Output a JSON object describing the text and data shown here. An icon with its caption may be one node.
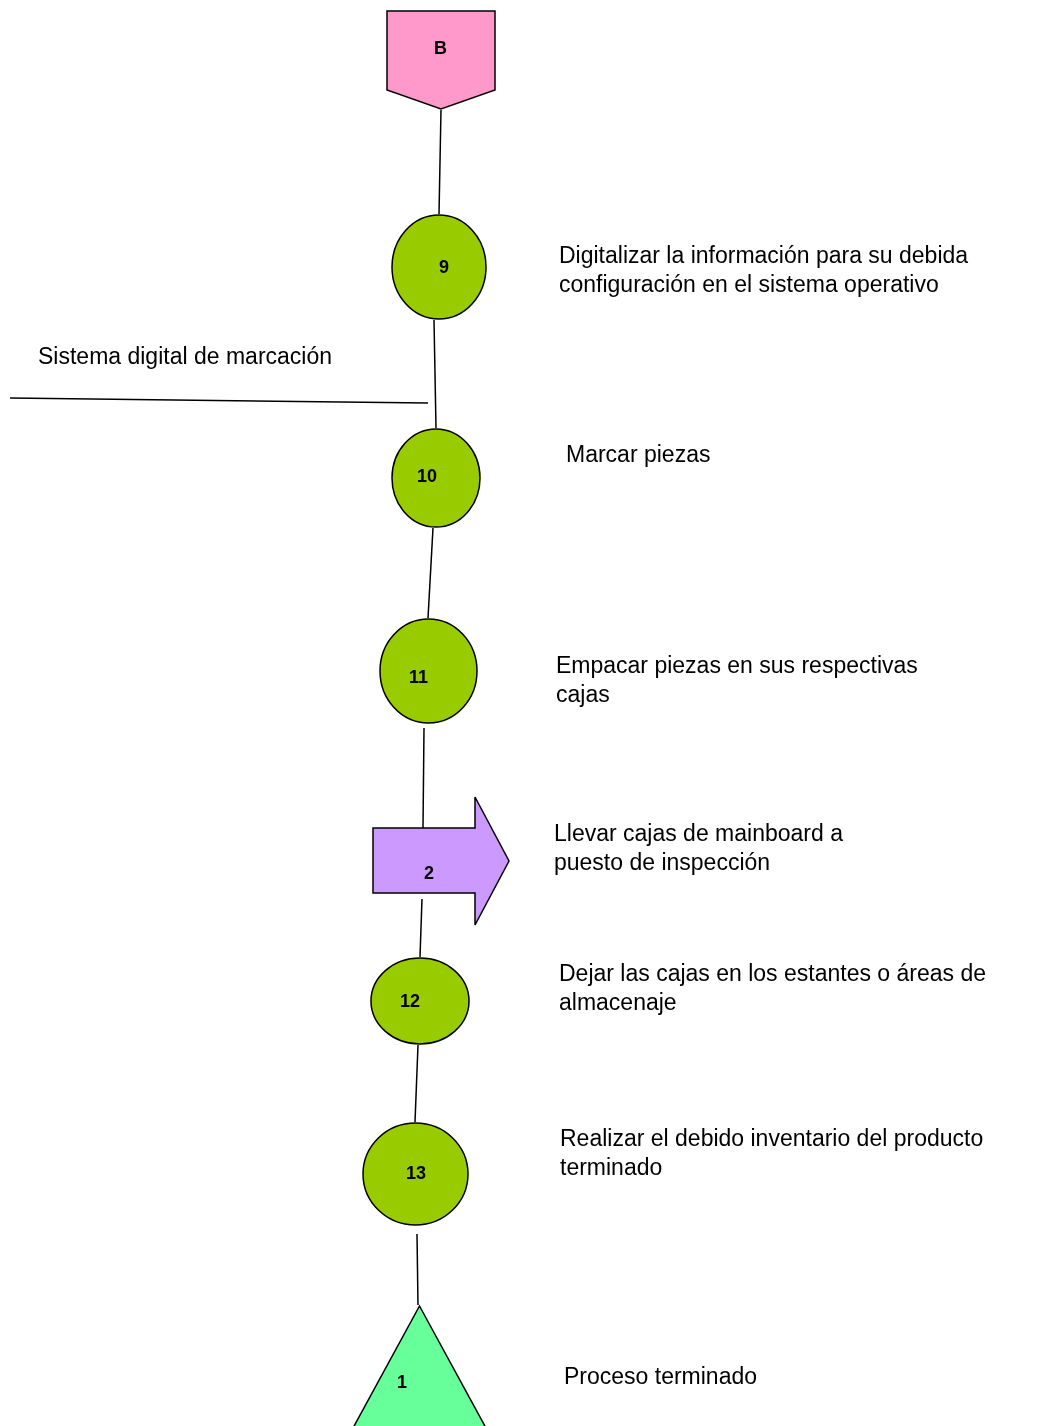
{
  "diagram": {
    "nodes": [
      {
        "text": [
          "B"
        ]
      },
      {
        "text": [
          "9"
        ],
        "beside": [
          "Digitalizar la información para su debida configuración en el sistema operativo"
        ]
      },
      {
        "text": [
          "10"
        ],
        "beside": [
          "Marcar piezas"
        ]
      },
      {
        "text": [
          "11"
        ],
        "beside": [
          "Empacar piezas en sus respectivas cajas"
        ]
      },
      {
        "text": [
          "2"
        ],
        "beside": [
          "Llevar cajas de mainboard a puesto de inspección"
        ]
      },
      {
        "text": [
          "12"
        ],
        "beside": [
          "Dejar las cajas en los estantes o áreas de almacenaje"
        ]
      },
      {
        "text": [
          "13"
        ],
        "beside": [
          "Realizar el debido inventario del producto terminado"
        ]
      },
      {
        "text": [
          "1"
        ],
        "beside": [
          "Proceso terminado"
        ]
      }
    ],
    "edges": [
      {
        "from": 0,
        "to": 1,
        "arrow": "none"
      },
      {
        "from": 1,
        "to": 2,
        "arrow": "none"
      },
      {
        "from": 2,
        "to": 3,
        "arrow": "none"
      },
      {
        "from": 3,
        "to": 4,
        "arrow": "none"
      },
      {
        "from": 4,
        "to": 5,
        "arrow": "none"
      },
      {
        "from": 5,
        "to": 6,
        "arrow": "none"
      },
      {
        "from": 6,
        "to": 7,
        "arrow": "none"
      }
    ],
    "labels": [
      "Sistema digital de marcación"
    ]
  }
}
